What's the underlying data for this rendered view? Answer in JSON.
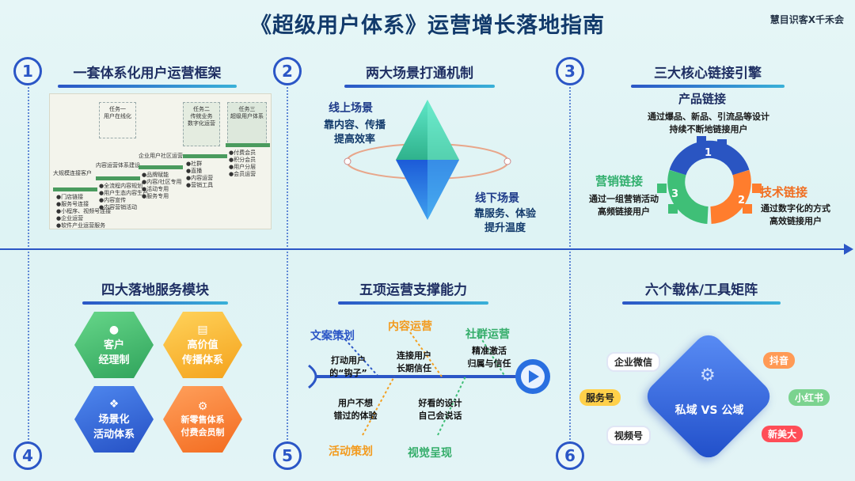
{
  "title": "《超级用户体系》运营增长落地指南",
  "brand": "慧目识客X千禾会",
  "nums": [
    "1",
    "2",
    "3",
    "4",
    "5",
    "6"
  ],
  "s1": {
    "title": "一套体系化用户运营框架",
    "task1": [
      "任务一",
      "用户在线化"
    ],
    "task2": [
      "任务二",
      "传统业务",
      "数字化运营"
    ],
    "task3": [
      "任务三",
      "超级用户体系"
    ],
    "stage1": "大规模连接客户",
    "stage2": "内容运营体系建设",
    "stage3": "企业用户社区运营",
    "list1": [
      "●门店链接",
      "●服务号连接",
      "●小程序、视频号连接",
      "●企业运营",
      "●软件产业运营服务"
    ],
    "list2": [
      "●全流程内容规划",
      "●用户生态内容生产",
      "●内容宣传",
      "●内容营销活动"
    ],
    "list3": [
      "●品牌赋能",
      "●内容/社区专用",
      "●活动专用",
      "●服务专用"
    ],
    "list4": [
      "●社群",
      "●直播",
      "●内容运营",
      "●营销工具"
    ],
    "list5": [
      "●付费会员",
      "●积分会员",
      "●用户分层",
      "●会员运营"
    ]
  },
  "s2": {
    "title": "两大场景打通机制",
    "online": "线上场景",
    "online_desc": [
      "靠内容、传播",
      "提高效率"
    ],
    "offline": "线下场景",
    "offline_desc": [
      "靠服务、体验",
      "提升温度"
    ]
  },
  "s3": {
    "title": "三大核心链接引擎",
    "product": "产品链接",
    "product_desc": [
      "通过爆品、新品、引流品等设计",
      "持续不断地链接用户"
    ],
    "marketing": "营销链接",
    "marketing_desc": [
      "通过一组营销活动",
      "高频链接用户"
    ],
    "tech": "技术链接",
    "tech_desc": [
      "通过数字化的方式",
      "高效链接用户"
    ],
    "g1": "1",
    "g2": "2",
    "g3": "3"
  },
  "s4": {
    "title": "四大落地服务模块",
    "m1": [
      "客户",
      "经理制"
    ],
    "m2": [
      "高价值",
      "传播体系"
    ],
    "m3": [
      "场景化",
      "活动体系"
    ],
    "m4": [
      "新零售体系",
      "付费会员制"
    ]
  },
  "s5": {
    "title": "五项运营支撑能力",
    "copy": "文案策划",
    "content": "内容运营",
    "community": "社群运营",
    "activity": "活动策划",
    "visual": "视觉呈现",
    "hook": [
      "打动用户",
      "的“钩子”"
    ],
    "trust": [
      "连接用户",
      "长期信任"
    ],
    "precise": [
      "精准激活",
      "归属与信任"
    ],
    "miss": [
      "用户不想",
      "错过的体验"
    ],
    "design": [
      "好看的设计",
      "自己会说话"
    ]
  },
  "s6": {
    "title": "六个载体/工具矩阵",
    "center": "私域 VS 公域",
    "left": [
      "企业微信",
      "服务号",
      "视频号"
    ],
    "right": [
      "抖音",
      "小红书",
      "新美大"
    ]
  }
}
